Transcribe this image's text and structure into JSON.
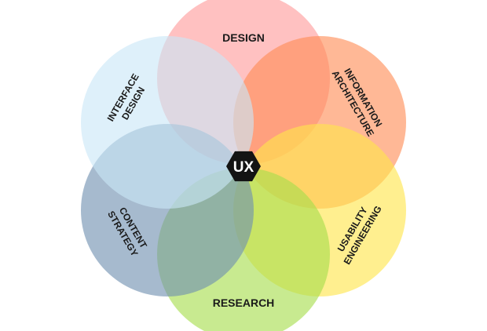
{
  "diagram": {
    "center": {
      "text": "UX",
      "fill": "#141414"
    },
    "circles": [
      {
        "key": "design",
        "lines": [
          "DESIGN"
        ],
        "color": "#ff9b9b"
      },
      {
        "key": "information-architecture",
        "lines": [
          "INFORMATION",
          "ARCHITECTURE"
        ],
        "color": "#ff8c55"
      },
      {
        "key": "usability-engineering",
        "lines": [
          "USABILITY",
          "ENGINEERING"
        ],
        "color": "#ffe54a"
      },
      {
        "key": "research",
        "lines": [
          "RESEARCH"
        ],
        "color": "#a6dd4c"
      },
      {
        "key": "content-strategy",
        "lines": [
          "CONTENT",
          "STRATEGY"
        ],
        "color": "#6f8fb0"
      },
      {
        "key": "interface-design",
        "lines": [
          "INTERFACE",
          "DESIGN"
        ],
        "color": "#c9e6f7"
      }
    ]
  }
}
